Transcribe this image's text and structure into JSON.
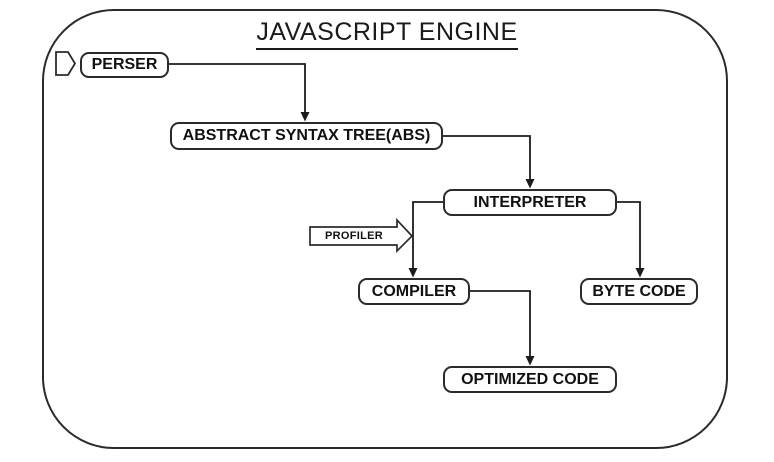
{
  "diagram": {
    "title": "JAVASCRIPT ENGINE",
    "nodes": {
      "perser": {
        "label": "PERSER"
      },
      "abs": {
        "label": "ABSTRACT SYNTAX TREE(ABS)"
      },
      "interpreter": {
        "label": "INTERPRETER"
      },
      "profiler": {
        "label": "PROFILER"
      },
      "compiler": {
        "label": "COMPILER"
      },
      "byte_code": {
        "label": "BYTE CODE"
      },
      "optimized_code": {
        "label": "OPTIMIZED CODE"
      }
    },
    "edges": [
      {
        "from": "PERSER",
        "to": "ABSTRACT SYNTAX TREE(ABS)"
      },
      {
        "from": "ABSTRACT SYNTAX TREE(ABS)",
        "to": "INTERPRETER"
      },
      {
        "from": "INTERPRETER",
        "to": "COMPILER"
      },
      {
        "from": "INTERPRETER",
        "to": "BYTE CODE"
      },
      {
        "from": "COMPILER",
        "to": "OPTIMIZED CODE"
      },
      {
        "from": "PROFILER",
        "to": "INTERPRETER-COMPILER connector"
      }
    ],
    "icons": {
      "start_marker": "pentagon-right-arrow"
    },
    "colors": {
      "stroke": "#2b2b2b",
      "text": "#111111",
      "background": "#ffffff"
    }
  }
}
